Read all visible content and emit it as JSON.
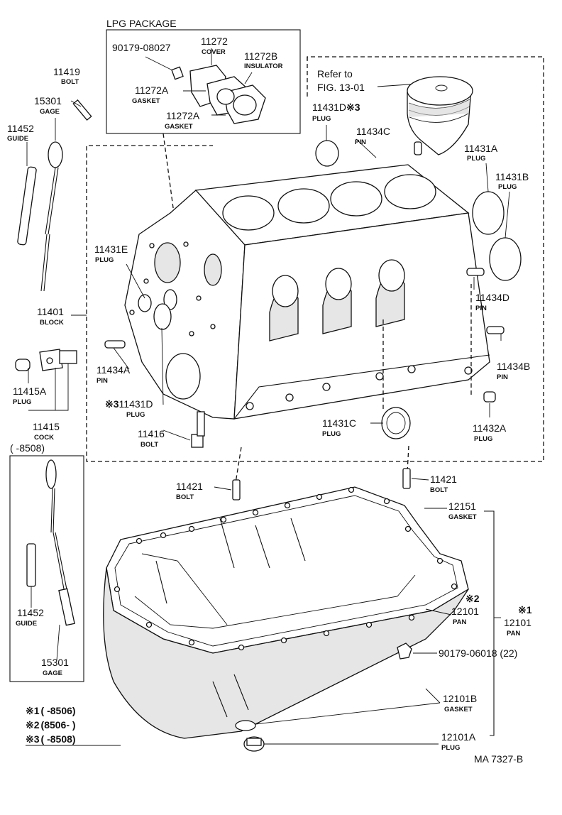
{
  "diagram": {
    "code": "MA  7327-B",
    "lpg_package": {
      "title": "LPG PACKAGE",
      "parts": [
        {
          "no": "90179-08027",
          "name": ""
        },
        {
          "no": "11272",
          "name": "COVER"
        },
        {
          "no": "11272B",
          "name": "INSULATOR"
        },
        {
          "no": "11272A",
          "name": "GASKET"
        },
        {
          "no": "11272A",
          "name": "GASKET"
        }
      ]
    },
    "refer": {
      "line1": "Refer to",
      "line2": "FIG. 13-01"
    },
    "parts": [
      {
        "no": "11419",
        "name": "BOLT"
      },
      {
        "no": "15301",
        "name": "GAGE"
      },
      {
        "no": "11452",
        "name": "GUIDE"
      },
      {
        "no": "11431D",
        "mark": "※3",
        "name": "PLUG"
      },
      {
        "no": "11434C",
        "name": "PIN"
      },
      {
        "no": "11431A",
        "name": "PLUG"
      },
      {
        "no": "11431B",
        "name": "PLUG"
      },
      {
        "no": "11431E",
        "name": "PLUG"
      },
      {
        "no": "11434D",
        "name": "PIN"
      },
      {
        "no": "11401",
        "name": "BLOCK"
      },
      {
        "no": "11434B",
        "name": "PIN"
      },
      {
        "no": "11434A",
        "name": "PIN"
      },
      {
        "no": "11415A",
        "name": "PLUG"
      },
      {
        "no": "11431D",
        "mark": "※3",
        "name": "PLUG"
      },
      {
        "no": "11431C",
        "name": "PLUG"
      },
      {
        "no": "11432A",
        "name": "PLUG"
      },
      {
        "no": "11415",
        "name": "COCK"
      },
      {
        "no": "11416",
        "name": "BOLT"
      },
      {
        "no": "11421",
        "name": "BOLT"
      },
      {
        "no": "11421",
        "name": "BOLT"
      },
      {
        "no": "12151",
        "name": "GASKET"
      },
      {
        "no": "12101",
        "mark": "※2",
        "name": "PAN"
      },
      {
        "no": "12101",
        "mark": "※1",
        "name": "PAN"
      },
      {
        "no": "90179-06018 (22)",
        "name": ""
      },
      {
        "no": "12101B",
        "name": "GASKET"
      },
      {
        "no": "12101A",
        "name": "PLUG"
      },
      {
        "no": "11452",
        "name": "GUIDE"
      },
      {
        "no": "15301",
        "name": "GAGE"
      }
    ],
    "inset_range": "(      -8508)",
    "legend": [
      {
        "mark": "※1",
        "range": "(      -8506)"
      },
      {
        "mark": "※2",
        "range": "(8506-      )"
      },
      {
        "mark": "※3",
        "range": "(      -8508)"
      }
    ]
  }
}
